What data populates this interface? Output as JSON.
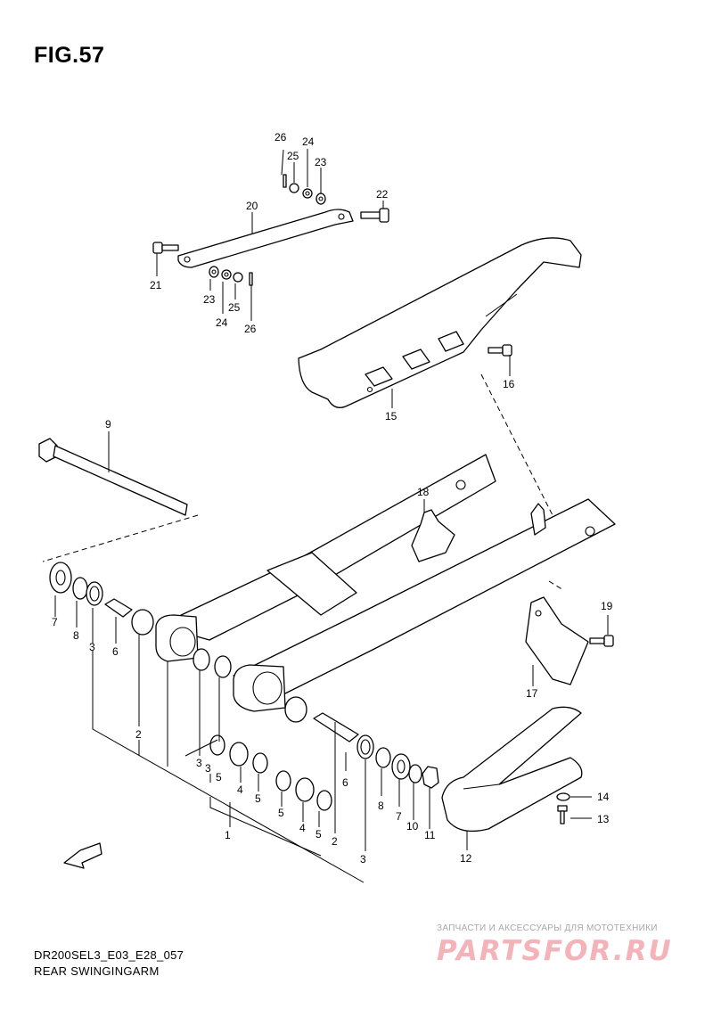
{
  "figure": {
    "title": "FIG.57"
  },
  "caption": {
    "code": "DR200SEL3_E03_E28_057",
    "name": "REAR SWINGINGARM"
  },
  "direction_marker": {
    "label": "FWD",
    "icon": "forward-arrow-icon"
  },
  "callouts": {
    "p1": "1",
    "p2a": "2",
    "p2b": "2",
    "p3a": "3",
    "p3b": "3",
    "p3c": "3",
    "p3d": "3",
    "p4a": "4",
    "p4b": "4",
    "p5a": "5",
    "p5b": "5",
    "p5c": "5",
    "p5d": "5",
    "p6a": "6",
    "p6b": "6",
    "p7a": "7",
    "p7b": "7",
    "p8a": "8",
    "p8b": "8",
    "p9": "9",
    "p10": "10",
    "p11": "11",
    "p12": "12",
    "p13": "13",
    "p14": "14",
    "p15": "15",
    "p16": "16",
    "p17": "17",
    "p18": "18",
    "p19": "19",
    "p20": "20",
    "p21": "21",
    "p22": "22",
    "p23a": "23",
    "p23b": "23",
    "p24a": "24",
    "p24b": "24",
    "p25a": "25",
    "p25b": "25",
    "p26a": "26",
    "p26b": "26"
  },
  "watermark": {
    "tagline": "ЗАПЧАСТИ И АКСЕССУАРЫ ДЛЯ МОТОТЕХНИКИ",
    "logo": "PARTSFOR.RU"
  },
  "colors": {
    "line": "#000000",
    "watermark_text": "#a8a8a8",
    "watermark_logo": "#f3b3b9"
  }
}
